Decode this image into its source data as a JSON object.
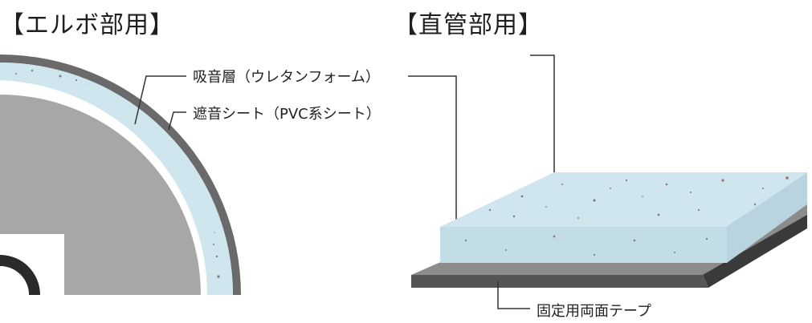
{
  "elbow": {
    "title": "【エルボ部用】",
    "label_foam": "吸音層（ウレタンフォーム）",
    "label_sheet": "遮音シート（PVC系シート）"
  },
  "straight": {
    "title": "【直管部用】",
    "label_tape": "固定用両面テープ"
  },
  "colors": {
    "foam": "#cfe6ee",
    "sheet": "#6a6a6a",
    "pipe": "#a7a7a7",
    "tape_top": "#8c8c8c",
    "tape_side": "#555555",
    "foam_side": "#b9d4df",
    "leader": "#333333"
  }
}
